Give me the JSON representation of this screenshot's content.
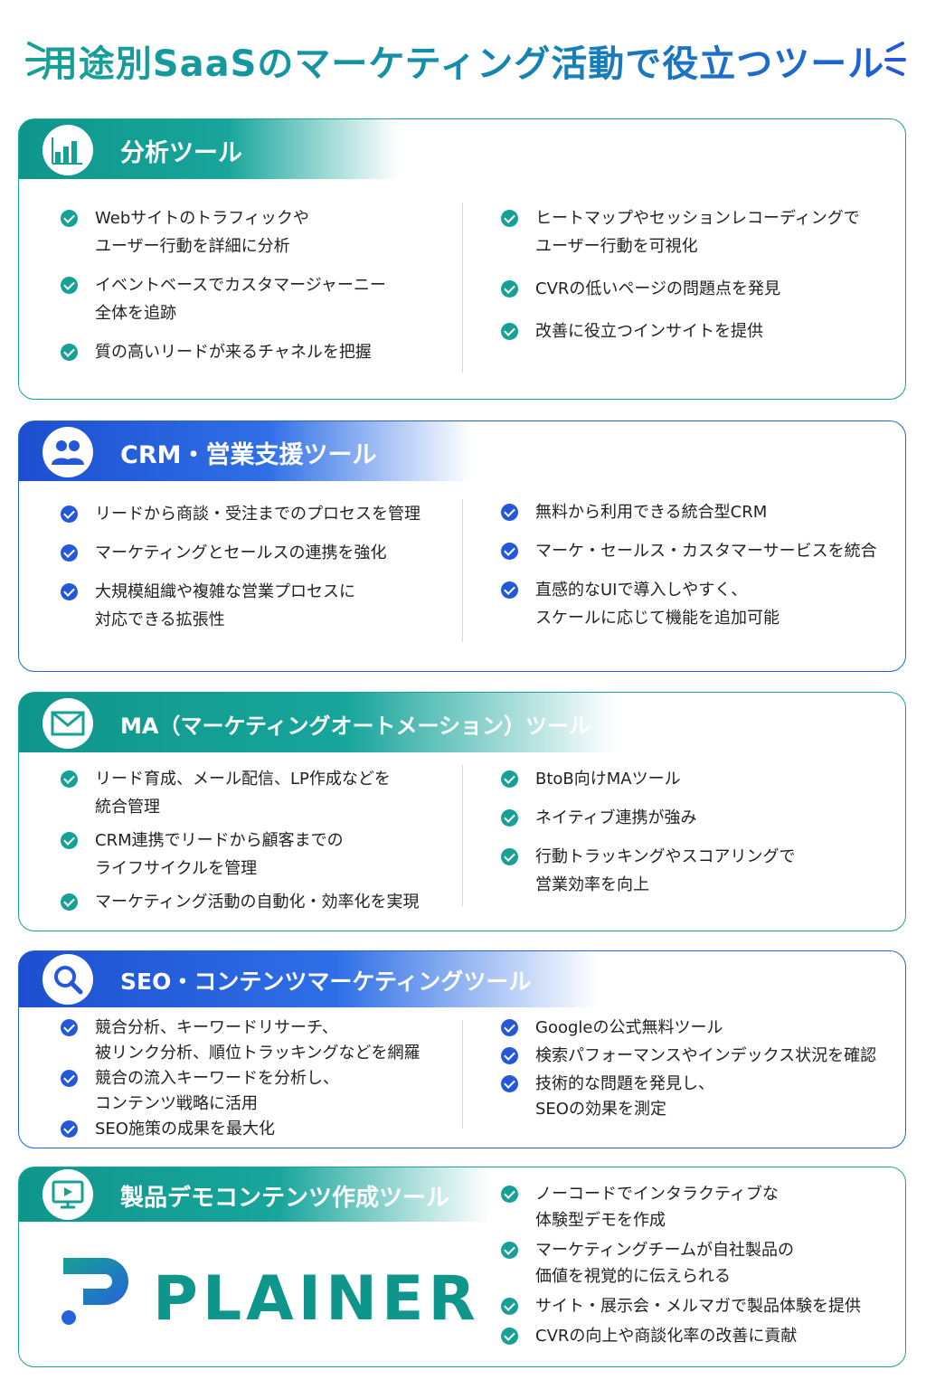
{
  "page": {
    "title": "用途別SaaSのマーケティング活動で役立つツール"
  },
  "sections": [
    {
      "title": "分析ツール",
      "icon": "bar-chart-icon",
      "left": [
        "Webサイトのトラフィックや\nユーザー行動を詳細に分析",
        "イベントベースでカスタマージャーニー\n全体を追跡",
        "質の高いリードが来るチャネルを把握"
      ],
      "right": [
        "ヒートマップやセッションレコーディングで\nユーザー行動を可視化",
        "CVRの低いページの問題点を発見",
        "改善に役立つインサイトを提供"
      ]
    },
    {
      "title": "CRM・営業支援ツール",
      "icon": "users-icon",
      "left": [
        "リードから商談・受注までのプロセスを管理",
        "マーケティングとセールスの連携を強化",
        "大規模組織や複雑な営業プロセスに\n対応できる拡張性"
      ],
      "right": [
        "無料から利用できる統合型CRM",
        "マーケ・セールス・カスタマーサービスを統合",
        "直感的なUIで導入しやすく、\nスケールに応じて機能を追加可能"
      ]
    },
    {
      "title": "MA（マーケティングオートメーション）ツール",
      "icon": "mail-icon",
      "left": [
        "リード育成、メール配信、LP作成などを\n統合管理",
        "CRM連携でリードから顧客までの\nライフサイクルを管理",
        "マーケティング活動の自動化・効率化を実現"
      ],
      "right": [
        "BtoB向けMAツール",
        "ネイティブ連携が強み",
        "行動トラッキングやスコアリングで\n営業効率を向上"
      ]
    },
    {
      "title": "SEO・コンテンツマーケティングツール",
      "icon": "search-icon",
      "left": [
        "競合分析、キーワードリサーチ、\n被リンク分析、順位トラッキングなどを網羅",
        "競合の流入キーワードを分析し、\nコンテンツ戦略に活用",
        "SEO施策の成果を最大化"
      ],
      "right": [
        "Googleの公式無料ツール",
        "検索パフォーマンスやインデックス状況を確認",
        "技術的な問題を発見し、\nSEOの効果を測定"
      ]
    },
    {
      "title": "製品デモコンテンツ作成ツール",
      "icon": "monitor-play-icon",
      "logo": "PLAINER",
      "right": [
        "ノーコードでインタラクティブな\n体験型デモを作成",
        "マーケティングチームが自社製品の\n価値を視覚的に伝えられる",
        "サイト・展示会・メルマガで製品体験を提供",
        "CVRの向上や商談化率の改善に貢献"
      ]
    }
  ],
  "colors": {
    "teal": "#17a095",
    "blue": "#2558d8"
  }
}
